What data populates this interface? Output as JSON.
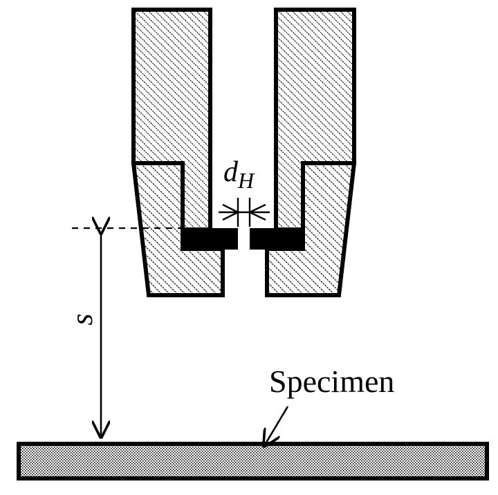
{
  "labels": {
    "nozzle_diameter_symbol": "d",
    "nozzle_diameter_subscript": "H",
    "standoff_distance_symbol": "s",
    "specimen": "Specimen"
  },
  "colors": {
    "ink": "#000000",
    "background": "#ffffff"
  }
}
